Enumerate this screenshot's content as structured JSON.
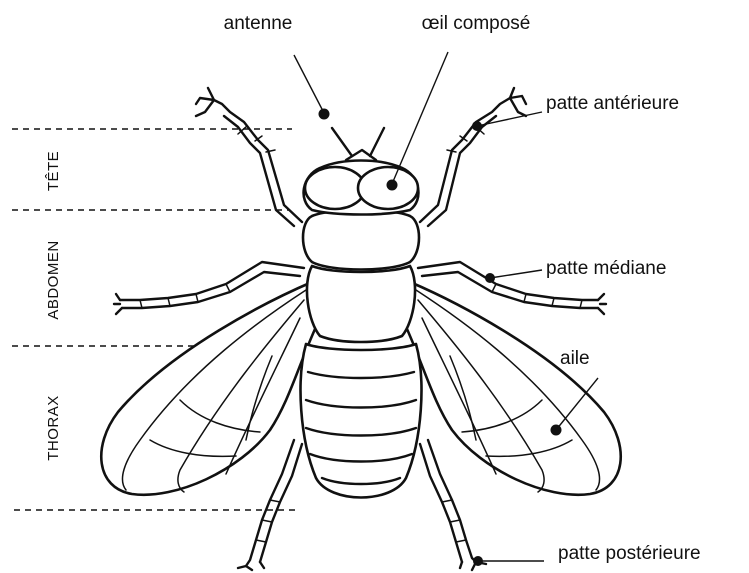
{
  "labels": {
    "antenna": "antenne",
    "compound_eye": "œil composé",
    "front_leg": "patte antérieure",
    "middle_leg": "patte médiane",
    "wing": "aile",
    "hind_leg": "patte postérieure"
  },
  "regions": {
    "head": "TÊTE",
    "abdomen": "ABDOMEN",
    "thorax": "THORAX"
  },
  "colors": {
    "ink": "#111111",
    "background": "#ffffff"
  }
}
